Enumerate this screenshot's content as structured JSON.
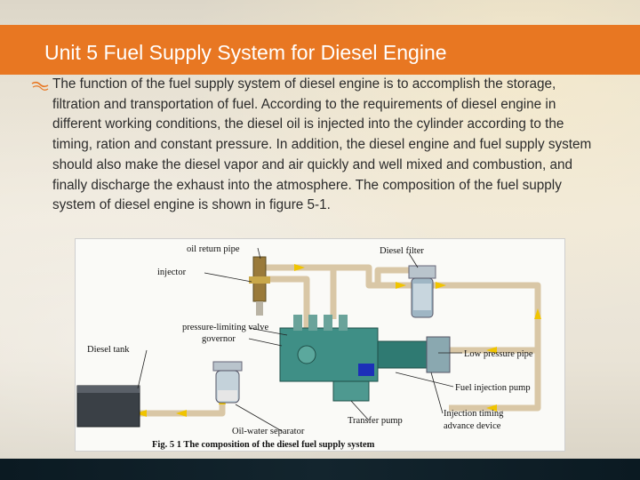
{
  "slide": {
    "title": "Unit 5 Fuel Supply System for Diesel Engine",
    "bullet_icon": "ribbon-bullet-icon",
    "body": "The function of the fuel supply system of diesel engine is to accomplish the storage, filtration and transportation of fuel. According to the requirements of diesel engine in different working conditions, the diesel oil is injected into the cylinder according to the timing, ration and constant pressure. In addition, the diesel engine and fuel supply system should also make the diesel vapor and air quickly and well mixed and combustion, and finally discharge the exhaust into the atmosphere. The composition of the fuel supply system of diesel engine is shown in figure 5-1."
  },
  "figure": {
    "labels": {
      "oil_return_pipe": "oil return pipe",
      "diesel_filter": "Diesel filter",
      "injector": "injector",
      "pressure_limiting_valve": "pressure-limiting valve",
      "governor": "governor",
      "diesel_tank": "Diesel tank",
      "low_pressure_pipe": "Low pressure pipe",
      "fuel_injection_pump": "Fuel injection pump",
      "transfer_pump": "Transfer pump",
      "injection_timing": "Injection timing",
      "advance_device": "advance device",
      "oil_water_separator": "Oil-water separator"
    },
    "caption": "Fig. 5 1 The composition of the diesel fuel supply system",
    "colors": {
      "pipe": "#d9c7a6",
      "flow_arrow": "#f0c400",
      "pump_body": "#3f8f86",
      "tank": "#3a4046",
      "filter": "#9fb6c4"
    }
  }
}
